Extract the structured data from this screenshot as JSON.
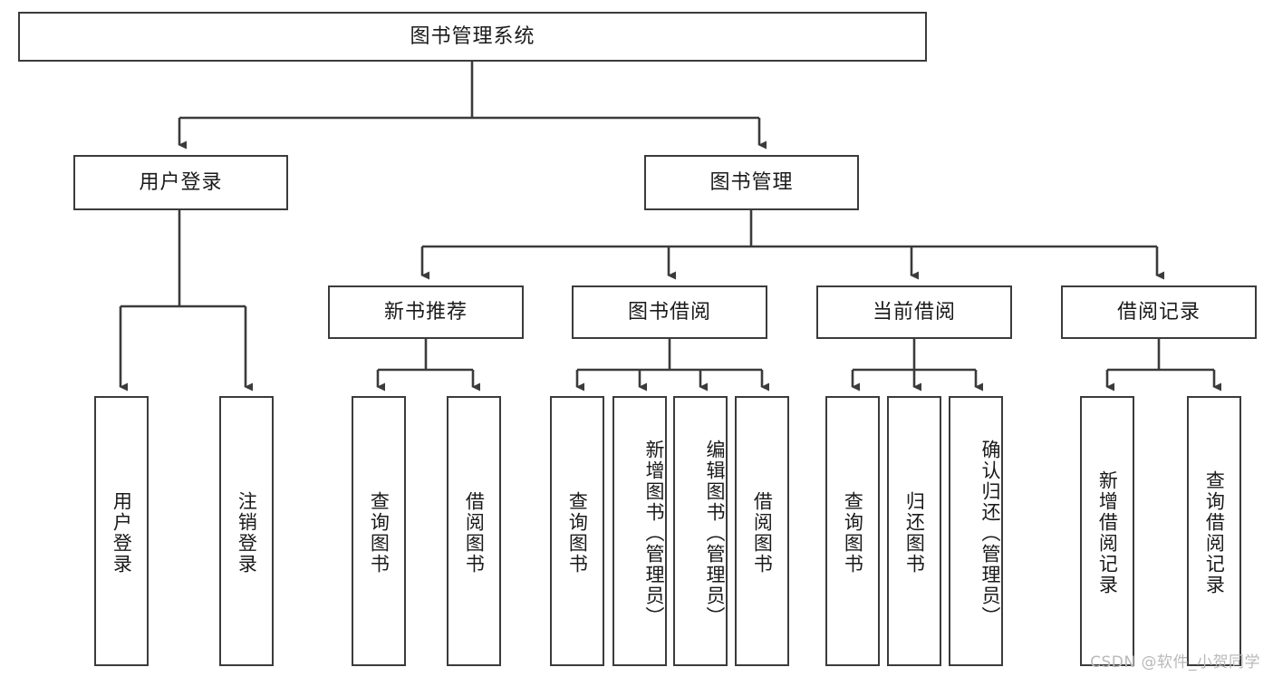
{
  "diagram": {
    "title": "图书管理系统",
    "type": "hierarchy-tree",
    "root": {
      "label": "图书管理系统"
    },
    "level2": [
      {
        "label": "用户登录"
      },
      {
        "label": "图书管理"
      }
    ],
    "level3": [
      {
        "label": "新书推荐"
      },
      {
        "label": "图书借阅"
      },
      {
        "label": "当前借阅"
      },
      {
        "label": "借阅记录"
      }
    ],
    "leaves": {
      "user_login": [
        {
          "label": "用户登录"
        },
        {
          "label": "注销登录"
        }
      ],
      "new_book_recommend": [
        {
          "label": "查询图书"
        },
        {
          "label": "借阅图书"
        }
      ],
      "book_borrow": [
        {
          "label": "查询图书"
        },
        {
          "label": "新增图书（管理员）"
        },
        {
          "label": "编辑图书（管理员）"
        },
        {
          "label": "借阅图书"
        }
      ],
      "current_borrow": [
        {
          "label": "查询图书"
        },
        {
          "label": "归还图书"
        },
        {
          "label": "确认归还（管理员）"
        }
      ],
      "borrow_records": [
        {
          "label": "新增借阅记录"
        },
        {
          "label": "查询借阅记录"
        }
      ]
    }
  },
  "watermark": {
    "text": "CSDN @软件_小贺同学"
  },
  "colors": {
    "stroke": "#3b3b3b",
    "fill": "#ffffff",
    "text": "#1a1a1a",
    "watermark": "#b9b9b9"
  }
}
